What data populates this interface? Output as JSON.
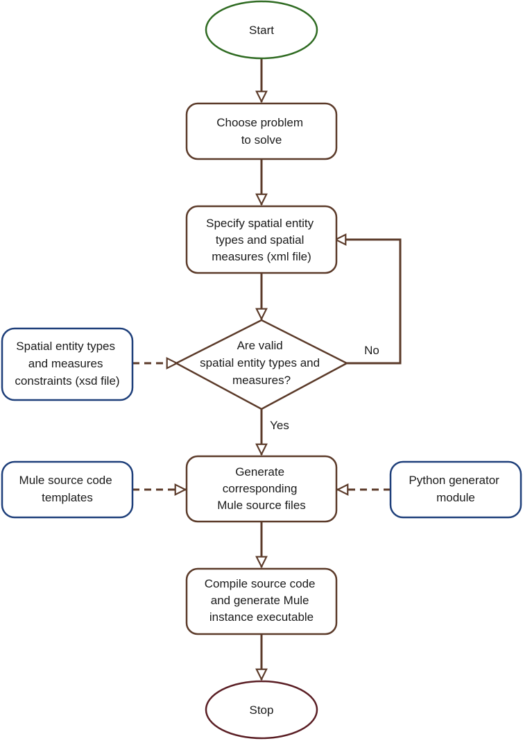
{
  "nodes": {
    "start": {
      "label": "Start",
      "color": "#2f6b22"
    },
    "choose": {
      "lines": [
        "Choose problem",
        "to solve"
      ],
      "color": "#5b3a29"
    },
    "specify": {
      "lines": [
        "Specify spatial entity",
        "types and spatial",
        "measures (xml file)"
      ],
      "color": "#5b3a29"
    },
    "decision": {
      "lines": [
        "Are valid",
        "spatial entity types and",
        "measures?"
      ],
      "color": "#5b3a29"
    },
    "constraints": {
      "lines": [
        "Spatial entity types",
        "and measures",
        "constraints (xsd file)"
      ],
      "color": "#1e3f7a"
    },
    "generate": {
      "lines": [
        "Generate",
        "corresponding",
        "Mule source files"
      ],
      "color": "#5b3a29"
    },
    "templates": {
      "lines": [
        "Mule source code",
        "templates"
      ],
      "color": "#1e3f7a"
    },
    "python": {
      "lines": [
        "Python generator",
        "module"
      ],
      "color": "#1e3f7a"
    },
    "compile": {
      "lines": [
        "Compile source code",
        "and generate Mule",
        "instance executable"
      ],
      "color": "#5b3a29"
    },
    "stop": {
      "label": "Stop",
      "color": "#5a1e24"
    }
  },
  "edges": {
    "no_label": "No",
    "yes_label": "Yes"
  }
}
